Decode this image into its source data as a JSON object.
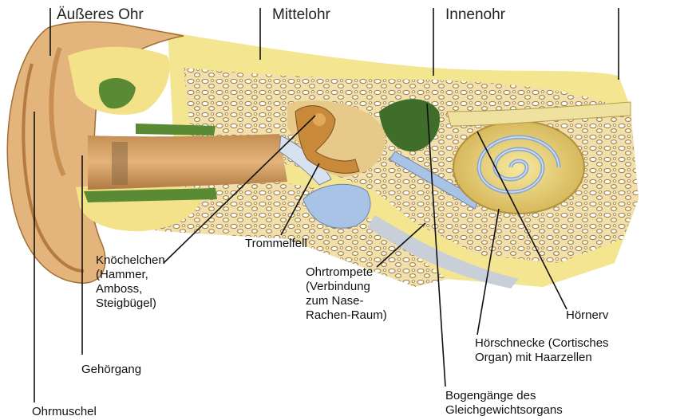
{
  "headers": {
    "outer_ear": "Äußeres Ohr",
    "middle_ear": "Mittelohr",
    "inner_ear": "Innenohr"
  },
  "labels": {
    "ossicles": "Knöchelchen\n(Hammer,\nAmboss,\nSteigbügel)",
    "eardrum": "Trommelfell",
    "eustachian_tube": "Ohrtrompete\n(Verbindung\nzum Nase-\nRachen-Raum)",
    "auditory_nerve": "Hörnerv",
    "cochlea": "Hörschnecke (Cortisches\nOrgan) mit Haarzellen",
    "ear_canal": "Gehörgang",
    "semicircular_canals": "Bogengänge des\nGleichgewichtsorgans",
    "auricle": "Ohrmuschel"
  },
  "colors": {
    "skin": "#e0b478",
    "skin_dark": "#b67c45",
    "bone": "#f6ec9a",
    "bone_dark": "#d8c26a",
    "green": "#4f7d2f",
    "blue": "#a9c3e6",
    "bone_fill": "#efd9a5",
    "ossicle": "#c9893a"
  }
}
